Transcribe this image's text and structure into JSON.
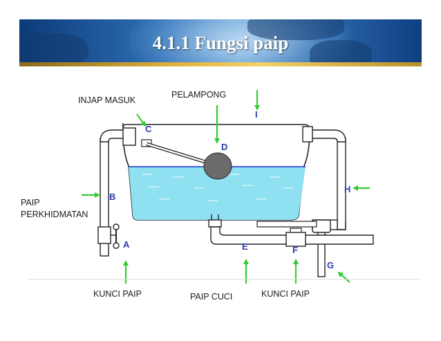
{
  "title": "4.1.1 Fungsi paip",
  "labels": {
    "injap_masuk": "INJAP MASUK",
    "pelampong": "PELAMPONG",
    "paip_perkhidmatan_line1": "PAIP",
    "paip_perkhidmatan_line2": "PERKHIDMATAN",
    "kunci_paip_left": "KUNCI PAIP",
    "paip_cuci": "PAIP CUCI",
    "kunci_paip_right": "KUNCI PAIP"
  },
  "letters": {
    "A": "A",
    "B": "B",
    "C": "C",
    "D": "D",
    "E": "E",
    "F": "F",
    "G": "G",
    "H": "H",
    "I": "I"
  },
  "colors": {
    "arrow": "#33cc33",
    "water": "#8fe0f0",
    "water_line": "#1f2fd0",
    "letter": "#2e3bb0",
    "banner": "#1e5aa0",
    "banner_stripe": "#e3b43c"
  }
}
